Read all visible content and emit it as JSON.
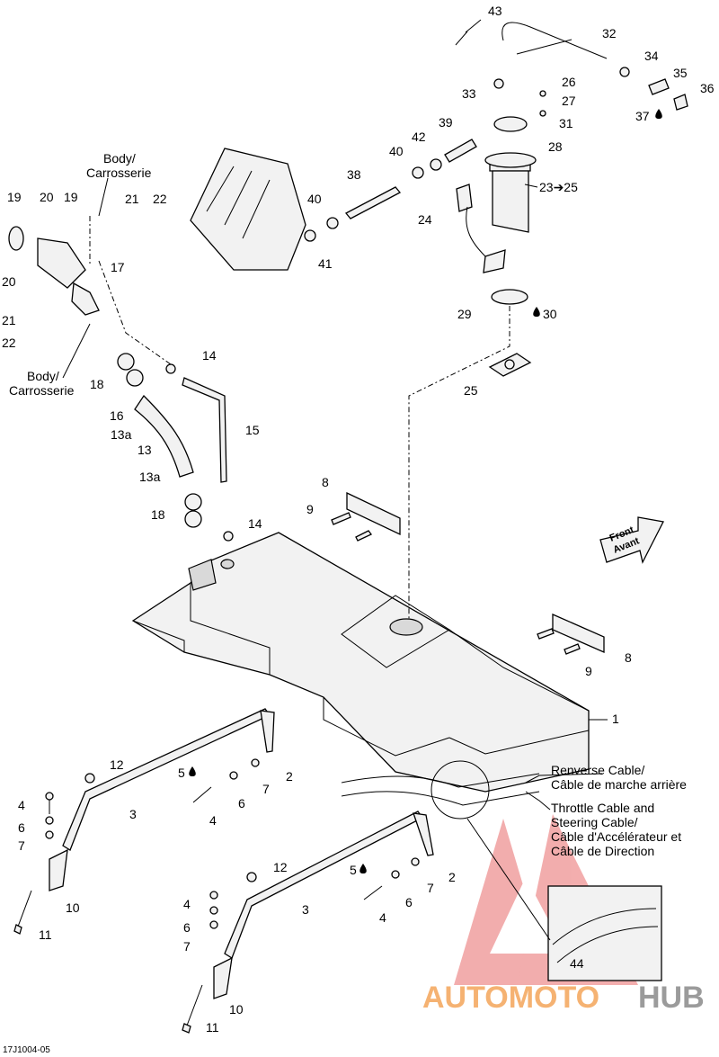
{
  "labels": {
    "l1": "1",
    "l2a": "2",
    "l2b": "2",
    "l3a": "3",
    "l3b": "3",
    "l4a": "4",
    "l4b": "4",
    "l4c": "4",
    "l4d": "4",
    "l5a": "5",
    "l5b": "5",
    "l6a": "6",
    "l6b": "6",
    "l6c": "6",
    "l6d": "6",
    "l7a": "7",
    "l7b": "7",
    "l7c": "7",
    "l7d": "7",
    "l8a": "8",
    "l8b": "8",
    "l9a": "9",
    "l9b": "9",
    "l10a": "10",
    "l10b": "10",
    "l11a": "11",
    "l11b": "11",
    "l12a": "12",
    "l12b": "12",
    "l13": "13",
    "l13a1": "13a",
    "l13a2": "13a",
    "l14a": "14",
    "l14b": "14",
    "l15": "15",
    "l16": "16",
    "l17": "17",
    "l18a": "18",
    "l18b": "18",
    "l19a": "19",
    "l19b": "19",
    "l20a": "20",
    "l20b": "20",
    "l21a": "21",
    "l21b": "21",
    "l22a": "22",
    "l22b": "22",
    "l23": "23➔25",
    "l24": "24",
    "l25": "25",
    "l26": "26",
    "l27": "27",
    "l28": "28",
    "l29": "29",
    "l30": "30",
    "l31": "31",
    "l32": "32",
    "l33": "33",
    "l34": "34",
    "l35": "35",
    "l36": "36",
    "l37": "37",
    "l38": "38",
    "l39": "39",
    "l40a": "40",
    "l40b": "40",
    "l41": "41",
    "l42": "42",
    "l43": "43",
    "l44": "44"
  },
  "notes": {
    "body_top_1": "Body/",
    "body_top_2": "Carrosserie",
    "body_bot_1": "Body/",
    "body_bot_2": "Carrosserie",
    "reverse_1": "Renverse Cable/",
    "reverse_2": "Câble de marche arrière",
    "throttle_1": "Throttle Cable and",
    "throttle_2": "Steering Cable/",
    "throttle_3": "Câble d'Accélérateur et",
    "throttle_4": "Câble de Direction",
    "front_1": "Front",
    "front_2": "Avant",
    "ref_code": "17J1004-05"
  },
  "watermark": {
    "part1": "AUTOMOTO",
    "part2": "HUB",
    "accent_color": "#f08a2c",
    "gray_color": "#8a8a8a"
  }
}
